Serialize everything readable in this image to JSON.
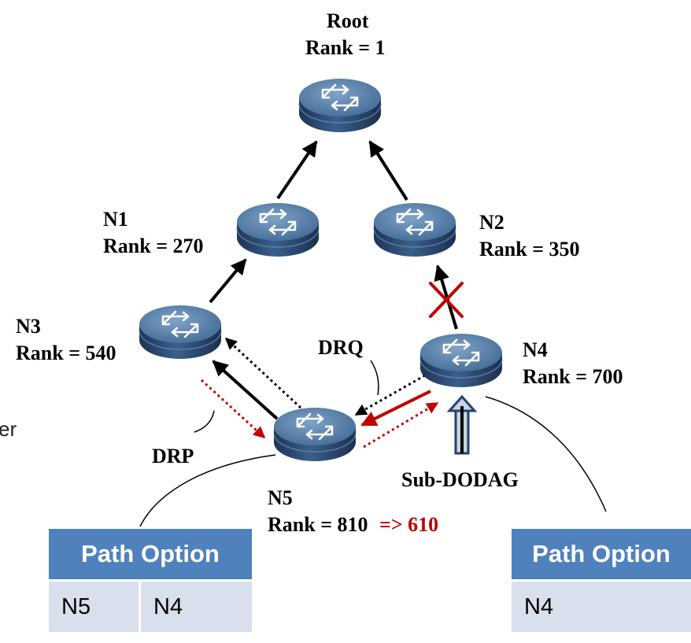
{
  "nodes": {
    "root": {
      "name": "Root",
      "rank": "Rank = 1"
    },
    "n1": {
      "name": "N1",
      "rank": "Rank = 270"
    },
    "n2": {
      "name": "N2",
      "rank": "Rank = 350"
    },
    "n3": {
      "name": "N3",
      "rank": "Rank = 540"
    },
    "n4": {
      "name": "N4",
      "rank": "Rank = 700"
    },
    "n5": {
      "name": "N5",
      "rank": "Rank = 810",
      "new_rank": "=> 610"
    }
  },
  "messages": {
    "drq": "DRQ",
    "drp": "DRP",
    "sub_dodag": "Sub-DODAG"
  },
  "left_edge_text": "er",
  "path_tables": {
    "left": {
      "header": "Path Option",
      "cells": [
        "N5",
        "N4"
      ]
    },
    "right": {
      "header": "Path Option",
      "cells": [
        "N4"
      ]
    }
  },
  "colors": {
    "router_body": "#2f4f78",
    "router_top": "#5b83ad",
    "active_link": "#000000",
    "new_path": "#c00000",
    "broken_link": "#c00000",
    "table_header": "#4f81bd",
    "table_cell": "#d9dfec"
  },
  "icons": {
    "node": "router-icon",
    "broken_link": "cross-icon"
  }
}
